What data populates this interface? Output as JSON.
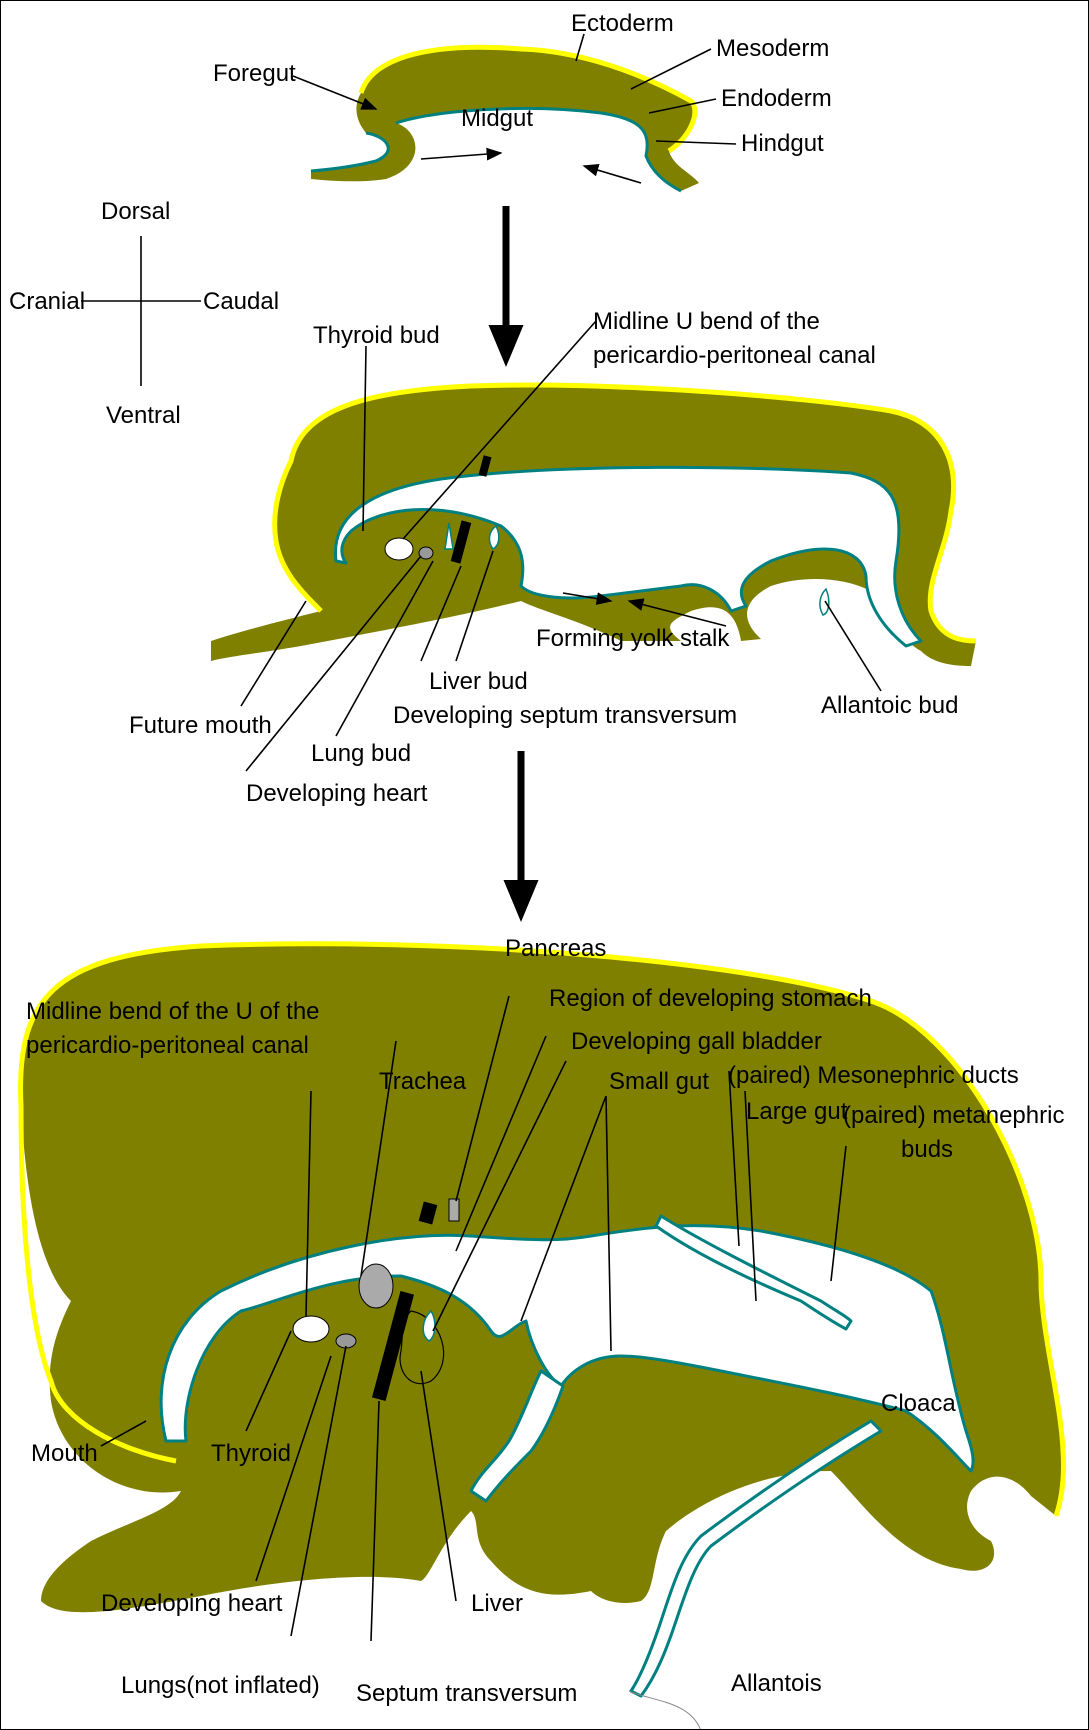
{
  "labels": {
    "ectoderm": "Ectoderm",
    "mesoderm": "Mesoderm",
    "endoderm": "Endoderm",
    "foregut": "Foregut",
    "midgut": "Midgut",
    "hindgut": "Hindgut",
    "dorsal": "Dorsal",
    "ventral": "Ventral",
    "cranial": "Cranial",
    "caudal": "Caudal",
    "thyroid_bud": "Thyroid bud",
    "midline_u_bend_1": "Midline U bend of the",
    "midline_u_bend_2": "pericardio-peritoneal canal",
    "forming_yolk_stalk": "Forming yolk stalk",
    "liver_bud": "Liver bud",
    "developing_septum": "Developing septum transversum",
    "future_mouth": "Future mouth",
    "lung_bud": "Lung bud",
    "developing_heart_1": "Developing heart",
    "allantoic_bud": "Allantoic bud",
    "pancreas": "Pancreas",
    "region_stomach": "Region of developing stomach",
    "gall_bladder": "Developing gall bladder",
    "midline_bend_1": "Midline bend of the U of the",
    "midline_bend_2": "pericardio-peritoneal canal",
    "trachea": "Trachea",
    "small_gut": "Small gut",
    "mesonephric": "(paired) Mesonephric ducts",
    "large_gut": "Large gut",
    "metanephric_1": "(paired) metanephric",
    "metanephric_2": "buds",
    "cloaca": "Cloaca",
    "mouth": "Mouth",
    "thyroid": "Thyroid",
    "developing_heart_2": "Developing heart",
    "liver": "Liver",
    "lungs": "Lungs(not inflated)",
    "septum": "Septum transversum",
    "allantois": "Allantois"
  },
  "colors": {
    "mesoderm": "#808000",
    "ectoderm_outline": "#ffff00",
    "endoderm_outline": "#008080"
  }
}
